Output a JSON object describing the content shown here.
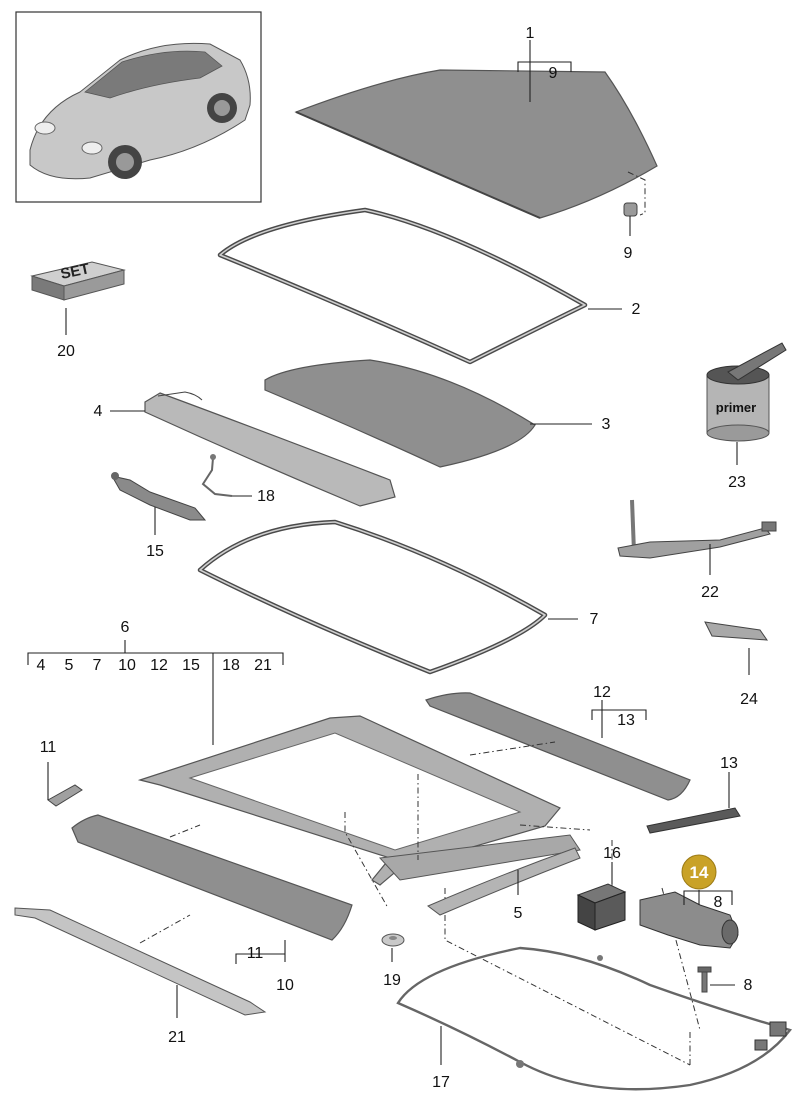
{
  "set_box_text": "SET",
  "primer_text": "primer",
  "highlight_color": "#c9a227",
  "callouts": {
    "p1": "1",
    "p1_sub": "9",
    "p9": "9",
    "p2": "2",
    "p3": "3",
    "p4": "4",
    "p20": "20",
    "p23": "23",
    "p18": "18",
    "p15": "15",
    "p22": "22",
    "p7": "7",
    "p24": "24",
    "p6": "6",
    "p6_subs": [
      "4",
      "5",
      "7",
      "10",
      "12",
      "15",
      "18",
      "21"
    ],
    "p12": "12",
    "p12_sub": "13",
    "p11": "11",
    "p13": "13",
    "p16": "16",
    "p14": "14",
    "p14_sub": "8",
    "p5": "5",
    "p8": "8",
    "p19": "19",
    "p10": "10",
    "p10_sub": "11",
    "p21": "21",
    "p17": "17"
  }
}
